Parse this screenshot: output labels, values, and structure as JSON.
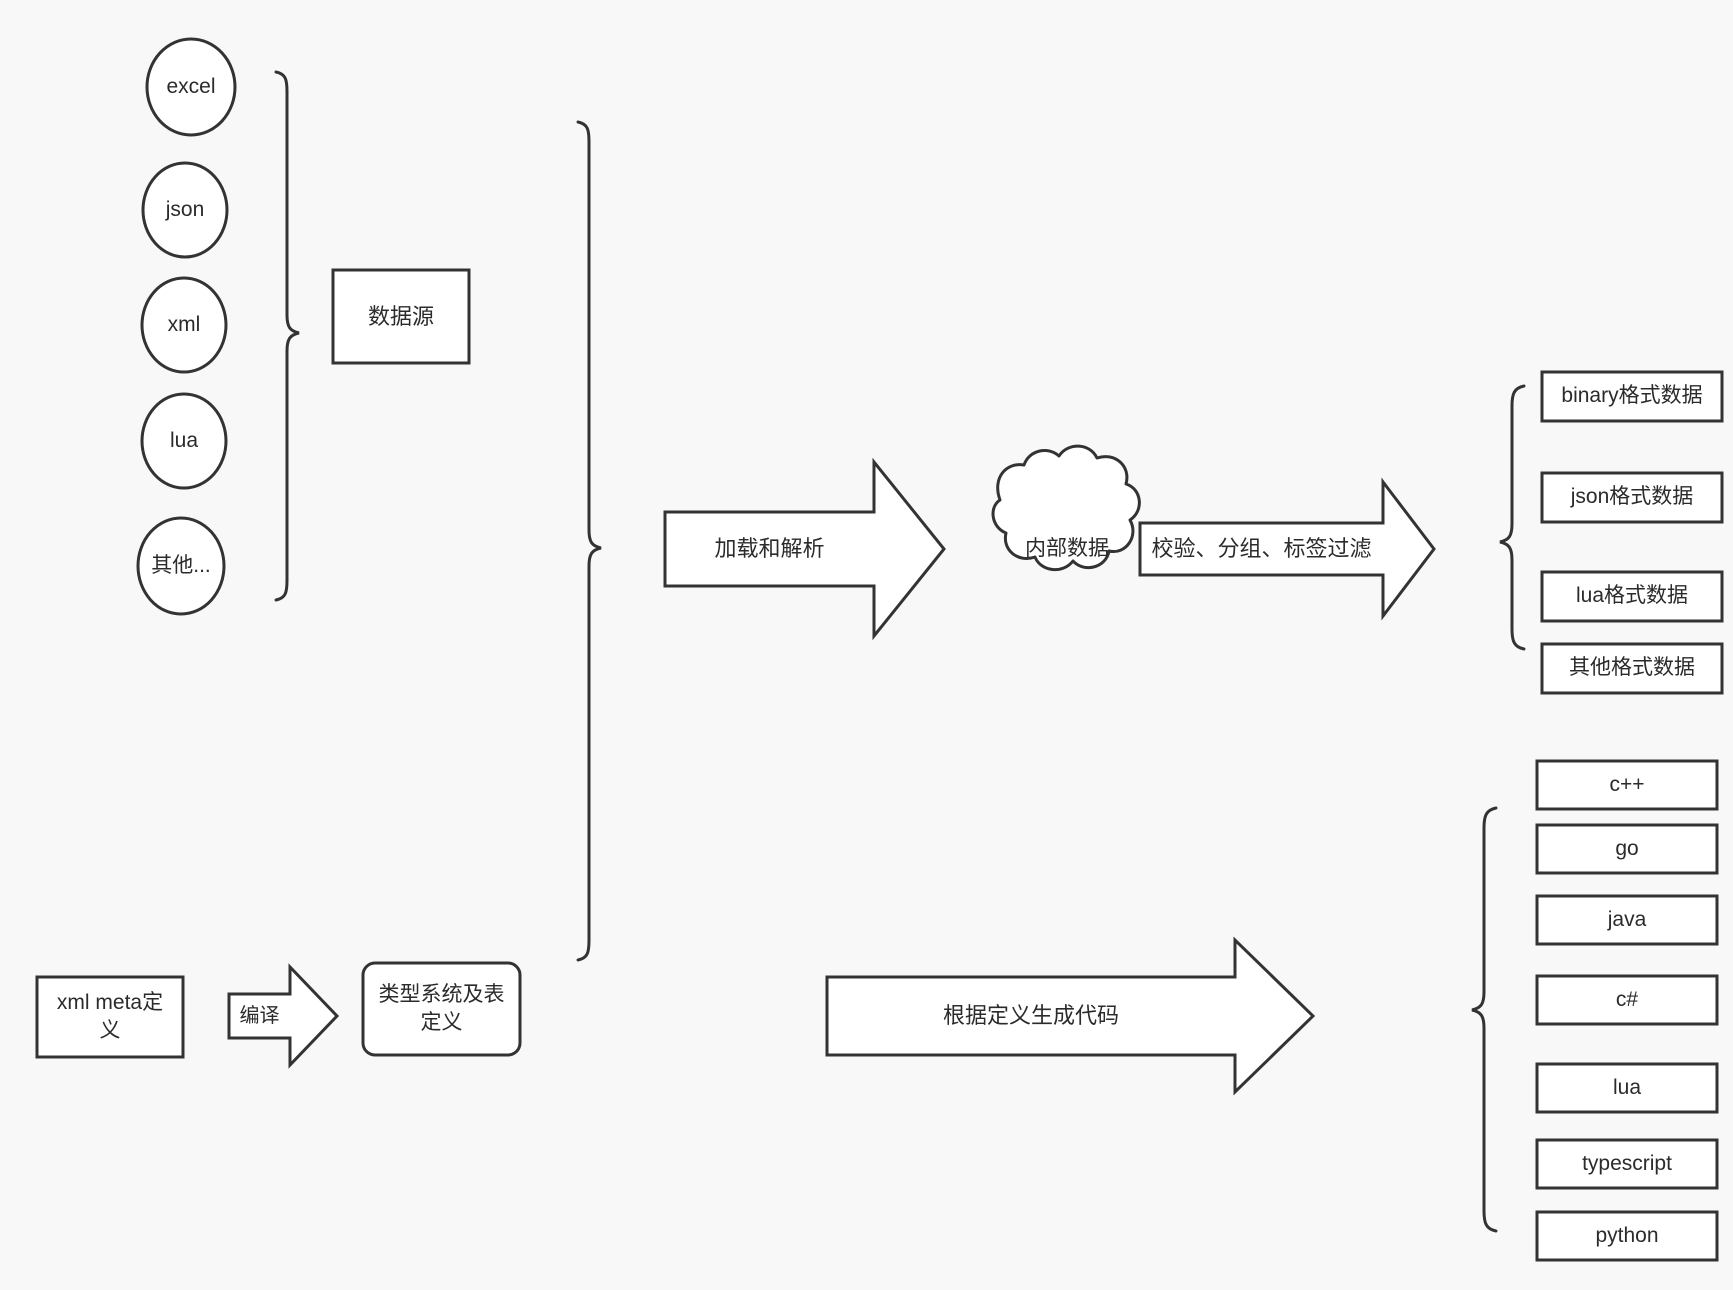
{
  "diagram": {
    "title": "data pipeline architecture diagram",
    "background_color": "#f8f8f8",
    "stroke_color": "#333333",
    "fill_color": "#ffffff",
    "text_color": "#2b2b2b"
  },
  "sources": {
    "group_label": "数据源",
    "items": [
      {
        "label": "excel"
      },
      {
        "label": "json"
      },
      {
        "label": "xml"
      },
      {
        "label": "lua"
      },
      {
        "label": "其他..."
      }
    ]
  },
  "meta": {
    "input_label": "xml meta定\n义",
    "compile_arrow_label": "编译",
    "output_label": "类型系统及表\n定义"
  },
  "pipeline": {
    "load_arrow_label": "加载和解析",
    "cloud_label": "内部数据",
    "filter_arrow_label": "校验、分组、标签过滤",
    "codegen_arrow_label": "根据定义生成代码"
  },
  "data_outputs": {
    "items": [
      {
        "label": "binary格式数据"
      },
      {
        "label": "json格式数据"
      },
      {
        "label": "lua格式数据"
      },
      {
        "label": "其他格式数据"
      }
    ]
  },
  "code_outputs": {
    "items": [
      {
        "label": "c++"
      },
      {
        "label": "go"
      },
      {
        "label": "java"
      },
      {
        "label": "c#"
      },
      {
        "label": "lua"
      },
      {
        "label": "typescript"
      },
      {
        "label": "python"
      }
    ]
  }
}
